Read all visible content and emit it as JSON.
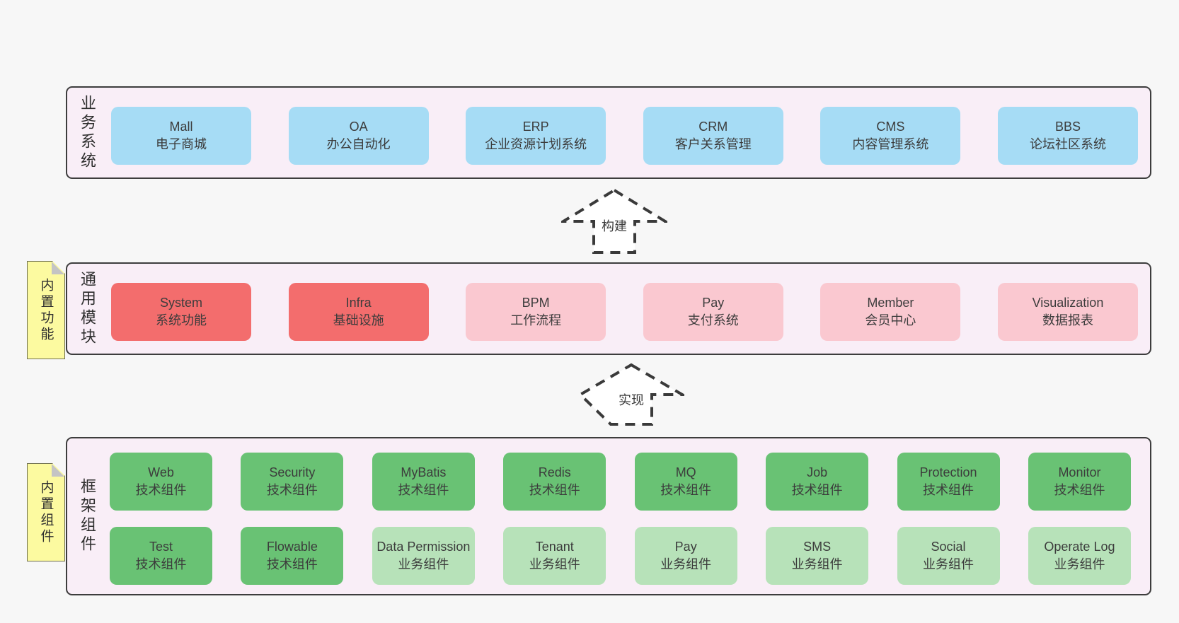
{
  "diagram": {
    "colors": {
      "page_bg": "#f7f7f7",
      "panel_bg": "#f9eef7",
      "panel_border": "#3d3d3d",
      "blue_box": "#a6dcf5",
      "red_box": "#f36d6d",
      "pink_box": "#fac8d0",
      "green_box": "#69c274",
      "light_green_box": "#b7e2b9",
      "note_yellow": "#fcfaa0",
      "arrow_dash": "#3a3a3a"
    },
    "arrows": [
      {
        "label": "构建"
      },
      {
        "label": "实现"
      }
    ],
    "layers": [
      {
        "title": "业务系统",
        "boxes": [
          {
            "name": "Mall",
            "desc": "电子商城",
            "type": "blue"
          },
          {
            "name": "OA",
            "desc": "办公自动化",
            "type": "blue"
          },
          {
            "name": "ERP",
            "desc": "企业资源计划系统",
            "type": "blue"
          },
          {
            "name": "CRM",
            "desc": "客户关系管理",
            "type": "blue"
          },
          {
            "name": "CMS",
            "desc": "内容管理系统",
            "type": "blue"
          },
          {
            "name": "BBS",
            "desc": "论坛社区系统",
            "type": "blue"
          }
        ]
      },
      {
        "title": "通用模块",
        "note": "内置功能",
        "boxes": [
          {
            "name": "System",
            "desc": "系统功能",
            "type": "red"
          },
          {
            "name": "Infra",
            "desc": "基础设施",
            "type": "red"
          },
          {
            "name": "BPM",
            "desc": "工作流程",
            "type": "pink"
          },
          {
            "name": "Pay",
            "desc": "支付系统",
            "type": "pink"
          },
          {
            "name": "Member",
            "desc": "会员中心",
            "type": "pink"
          },
          {
            "name": "Visualization",
            "desc": "数据报表",
            "type": "pink"
          }
        ]
      },
      {
        "title": "框架组件",
        "note": "内置组件",
        "row1": [
          {
            "name": "Web",
            "desc": "技术组件",
            "type": "green"
          },
          {
            "name": "Security",
            "desc": "技术组件",
            "type": "green"
          },
          {
            "name": "MyBatis",
            "desc": "技术组件",
            "type": "green"
          },
          {
            "name": "Redis",
            "desc": "技术组件",
            "type": "green"
          },
          {
            "name": "MQ",
            "desc": "技术组件",
            "type": "green"
          },
          {
            "name": "Job",
            "desc": "技术组件",
            "type": "green"
          },
          {
            "name": "Protection",
            "desc": "技术组件",
            "type": "green"
          },
          {
            "name": "Monitor",
            "desc": "技术组件",
            "type": "green"
          }
        ],
        "row2": [
          {
            "name": "Test",
            "desc": "技术组件",
            "type": "green"
          },
          {
            "name": "Flowable",
            "desc": "技术组件",
            "type": "green"
          },
          {
            "name": "Data Permission",
            "desc": "业务组件",
            "type": "lightgreen"
          },
          {
            "name": "Tenant",
            "desc": "业务组件",
            "type": "lightgreen"
          },
          {
            "name": "Pay",
            "desc": "业务组件",
            "type": "lightgreen"
          },
          {
            "name": "SMS",
            "desc": "业务组件",
            "type": "lightgreen"
          },
          {
            "name": "Social",
            "desc": "业务组件",
            "type": "lightgreen"
          },
          {
            "name": "Operate Log",
            "desc": "业务组件",
            "type": "lightgreen"
          }
        ]
      }
    ]
  }
}
